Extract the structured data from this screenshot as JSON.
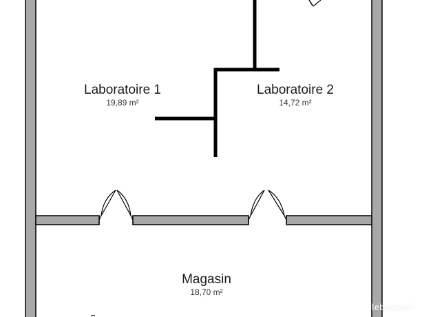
{
  "plan": {
    "rooms": [
      {
        "name": "Laboratoire 1",
        "area": "19,89 m²"
      },
      {
        "name": "Laboratoire 2",
        "area": "14,72 m²"
      },
      {
        "name": "Magasin",
        "area": "18,70 m²"
      }
    ],
    "colors": {
      "wall_fill": "#a8a8a8",
      "wall_stroke": "#000000",
      "partition": "#000000",
      "door": "#000000"
    }
  },
  "watermark": {
    "text": "leboncoin"
  }
}
